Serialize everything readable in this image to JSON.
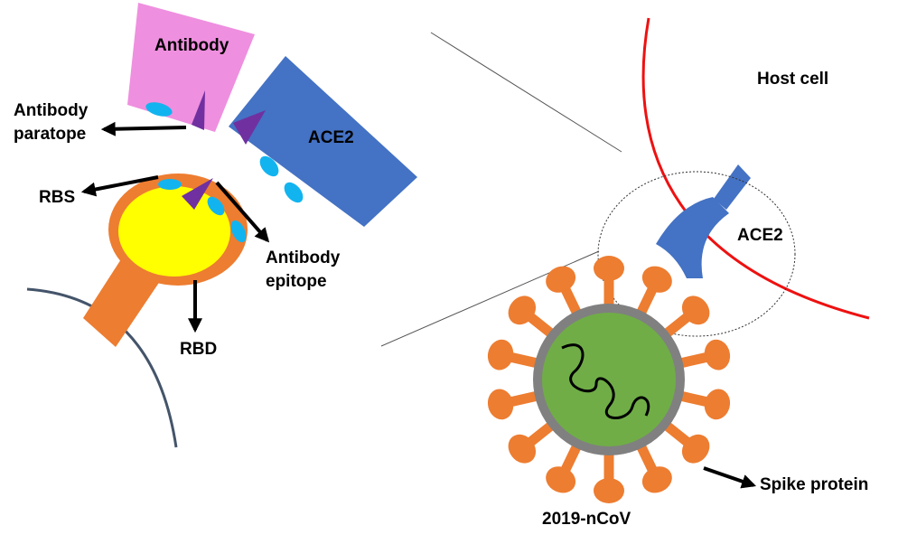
{
  "labels": {
    "antibody": "Antibody",
    "antibody_paratope_line1": "Antibody",
    "antibody_paratope_line2": "paratope",
    "ace2_block": "ACE2",
    "rbs": "RBS",
    "antibody_epitope_line1": "Antibody",
    "antibody_epitope_line2": "epitope",
    "rbd": "RBD",
    "host_cell": "Host cell",
    "ace2_receptor": "ACE2",
    "spike_protein": "Spike protein",
    "virus": "2019-nCoV"
  },
  "colors": {
    "antibody": "#ef8fdf",
    "ace2": "#4472c4",
    "rbd_core": "#ffff00",
    "rbd_rim": "#ed7d31",
    "binding_site": "#12b4f0",
    "paratope_tip": "#7030a0",
    "host_membrane": "#ee1111",
    "virus_body": "#70ad47",
    "virus_envelope": "#808080",
    "spike": "#ed7d31",
    "virus_surface_arc": "#44546a"
  }
}
